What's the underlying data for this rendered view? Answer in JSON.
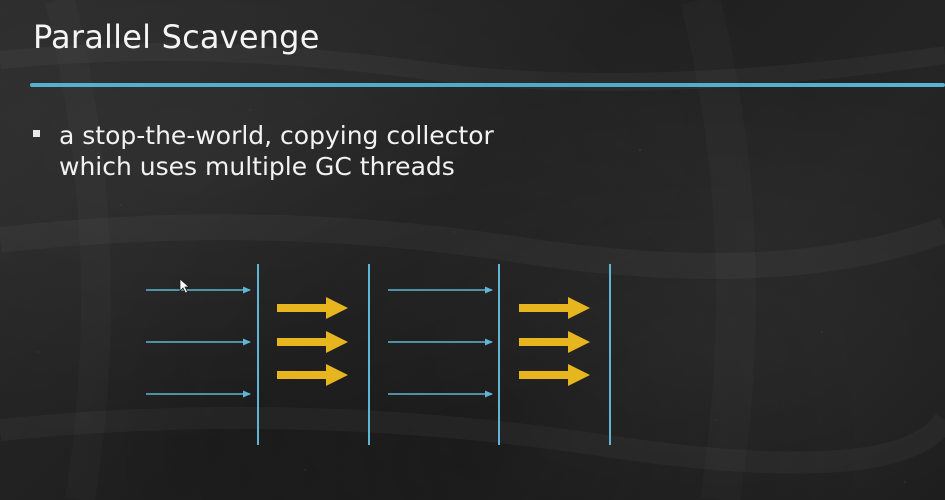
{
  "slide": {
    "title": "Parallel Scavenge",
    "bullets": [
      {
        "lines": [
          "a stop-the-world, copying collector",
          "which uses multiple GC threads"
        ]
      }
    ]
  },
  "diagram": {
    "application_thread_color": "#5fb6d4",
    "gc_thread_color": "#e7b51d",
    "safepoint_color": "#5fb6d4",
    "sequence": [
      "application-threads",
      "safepoint",
      "gc-threads",
      "safepoint",
      "application-threads",
      "safepoint",
      "gc-threads",
      "safepoint"
    ],
    "application_thread_count": 3,
    "gc_thread_count": 3
  }
}
